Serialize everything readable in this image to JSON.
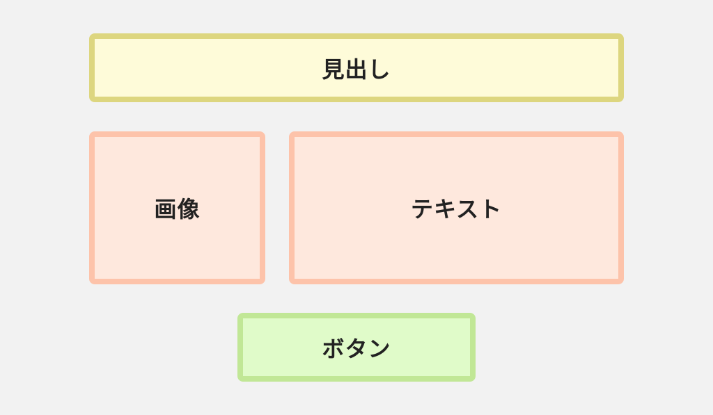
{
  "wireframe": {
    "heading": {
      "label": "見出し",
      "fill": "#fefbd9",
      "border": "#ddd67f"
    },
    "image": {
      "label": "画像",
      "fill": "#fee8dd",
      "border": "#fdc3aa"
    },
    "text": {
      "label": "テキスト",
      "fill": "#fee8dd",
      "border": "#fdc3aa"
    },
    "button": {
      "label": "ボタン",
      "fill": "#e0fbc9",
      "border": "#c1e796"
    }
  }
}
